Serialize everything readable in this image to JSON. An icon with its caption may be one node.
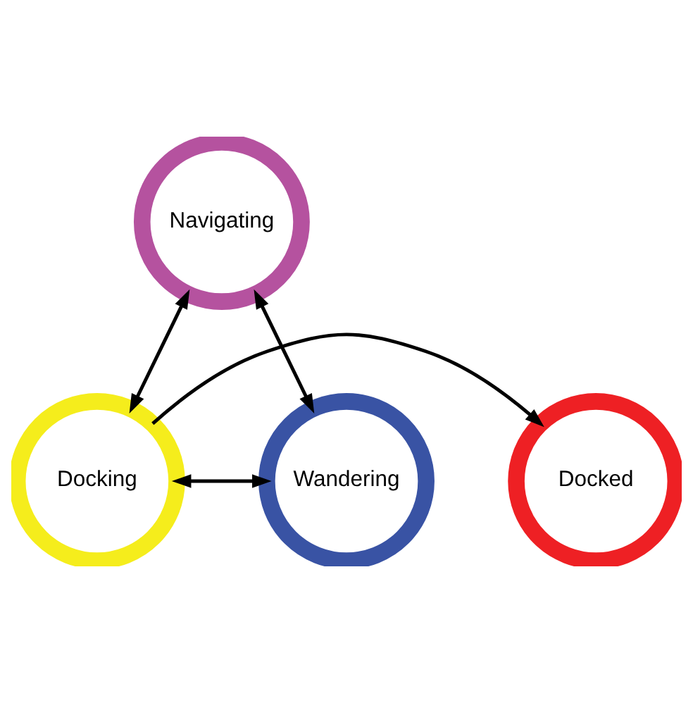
{
  "diagram": {
    "nodes": [
      {
        "text": [
          "Navigating"
        ]
      },
      {
        "text": [
          "Docked"
        ]
      },
      {
        "text": [
          "Docking"
        ]
      },
      {
        "text": [
          "Wandering"
        ]
      }
    ],
    "edges": [
      {
        "from": 0,
        "to": 2,
        "arrow": "both"
      },
      {
        "from": 0,
        "to": 3,
        "arrow": "both"
      },
      {
        "from": 2,
        "to": 1,
        "arrow": "to"
      },
      {
        "from": 2,
        "to": 3,
        "arrow": "both"
      }
    ]
  }
}
